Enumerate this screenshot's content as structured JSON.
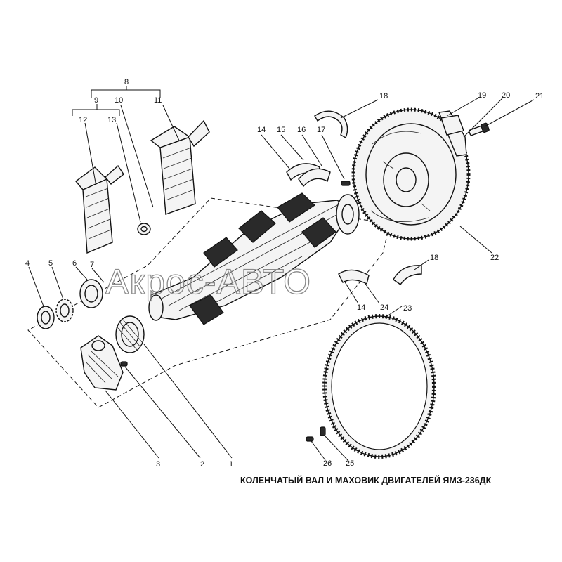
{
  "caption": "КОЛЕНЧАТЫЙ ВАЛ И МАХОВИК ДВИГАТЕЛЕЙ ЯМЗ-236ДК",
  "watermark": "Акрос-АВТО",
  "callouts": {
    "c1": "1",
    "c2": "2",
    "c3": "3",
    "c4": "4",
    "c5": "5",
    "c6": "6",
    "c7": "7",
    "c8": "8",
    "c9": "9",
    "c10": "10",
    "c11": "11",
    "c12": "12",
    "c13": "13",
    "c14a": "14",
    "c14b": "14",
    "c15": "15",
    "c16": "16",
    "c17": "17",
    "c18a": "18",
    "c18b": "18",
    "c19": "19",
    "c20": "20",
    "c21": "21",
    "c22": "22",
    "c23": "23",
    "c24": "24",
    "c25": "25",
    "c26": "26"
  }
}
